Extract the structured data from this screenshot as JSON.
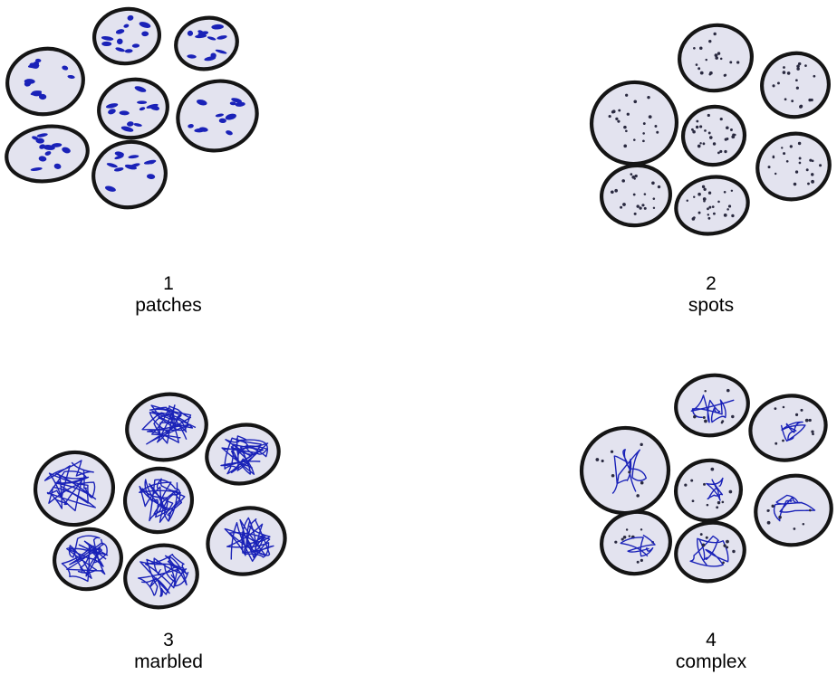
{
  "panels": [
    {
      "number": "1",
      "label": "patches",
      "texture": "patches"
    },
    {
      "number": "2",
      "label": "spots",
      "texture": "spots"
    },
    {
      "number": "3",
      "label": "marbled",
      "texture": "marbled"
    },
    {
      "number": "4",
      "label": "complex",
      "texture": "complex"
    }
  ],
  "colors": {
    "cell_fill": "#e3e3ef",
    "cell_outline": "#151515",
    "ink_blue": "#1a22b8",
    "spot_dark": "#2a2a40",
    "background": "#ffffff"
  }
}
